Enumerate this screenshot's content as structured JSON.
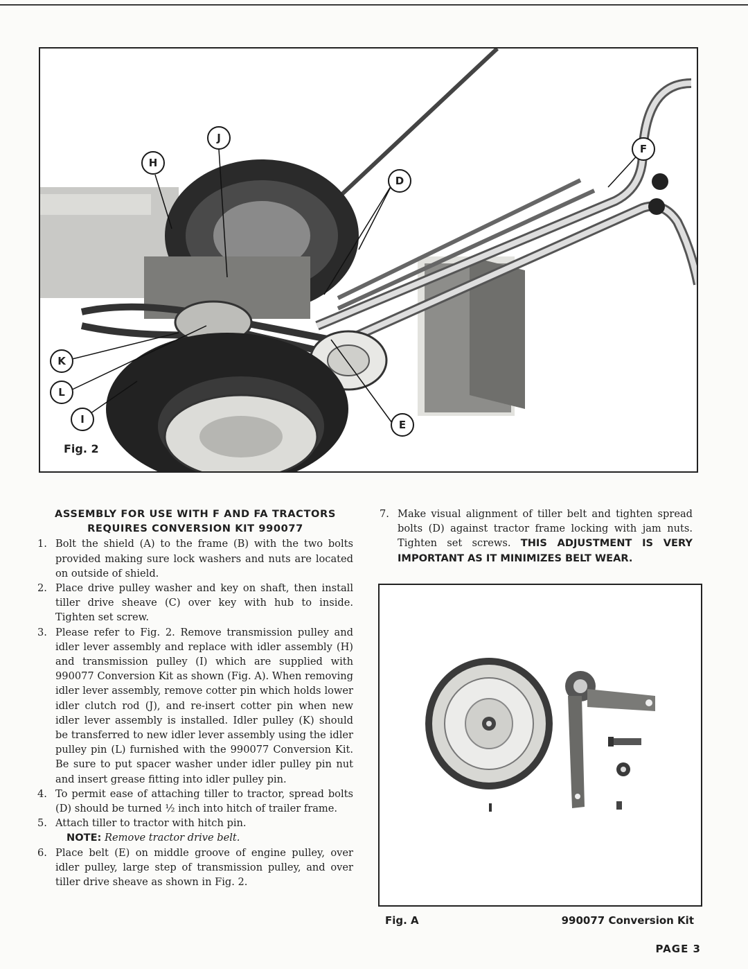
{
  "figure2": {
    "caption": "Fig. 2",
    "callouts": [
      "J",
      "H",
      "D",
      "F",
      "K",
      "L",
      "I",
      "E"
    ]
  },
  "left": {
    "heading_1": "ASSEMBLY FOR USE WITH F AND FA TRACTORS",
    "heading_2": "REQUIRES CONVERSION KIT 990077",
    "steps": [
      {
        "num": "1.",
        "text": "Bolt the shield (A) to the frame (B) with the two bolts provided making sure lock washers and nuts are located on outside of shield."
      },
      {
        "num": "2.",
        "text": "Place drive pulley washer and key on shaft, then install tiller drive sheave (C) over key with hub to inside. Tighten set screw."
      },
      {
        "num": "3.",
        "text": "Please refer to Fig. 2. Remove transmission pulley and idler lever assembly and replace with idler assembly (H) and transmission pulley (I) which are supplied with 990077 Conversion Kit as shown (Fig. A). When removing idler lever assembly, remove cotter pin which holds lower idler clutch rod (J), and re-insert cotter pin when new idler lever assembly is installed. Idler pulley (K) should be transferred to new idler lever assembly using the idler pulley pin (L) furnished with the 990077 Conversion Kit. Be sure to put spacer washer under idler pulley pin nut and insert grease fitting into idler pulley pin."
      },
      {
        "num": "4.",
        "text": "To permit ease of attaching tiller to tractor, spread bolts (D) should be turned ½ inch into hitch of trailer frame."
      },
      {
        "num": "5.",
        "text": "Attach tiller to tractor with hitch pin."
      }
    ],
    "note_label": "NOTE:",
    "note_text": "Remove tractor drive belt.",
    "step6": {
      "num": "6.",
      "text": "Place belt (E) on middle groove of engine pulley, over idler pulley, large step of transmission pulley, and over tiller drive sheave as shown in Fig. 2."
    }
  },
  "right": {
    "step7_num": "7.",
    "step7_text": "Make visual alignment of tiller belt and tighten spread bolts (D) against tractor frame locking with jam nuts. Tighten set screws.",
    "step7_emphasis": "THIS ADJUSTMENT IS VERY IMPORTANT AS IT MINIMIZES BELT WEAR.",
    "figA_caption": "Fig. A",
    "kit_caption": "990077 Conversion Kit"
  },
  "page": "PAGE 3"
}
